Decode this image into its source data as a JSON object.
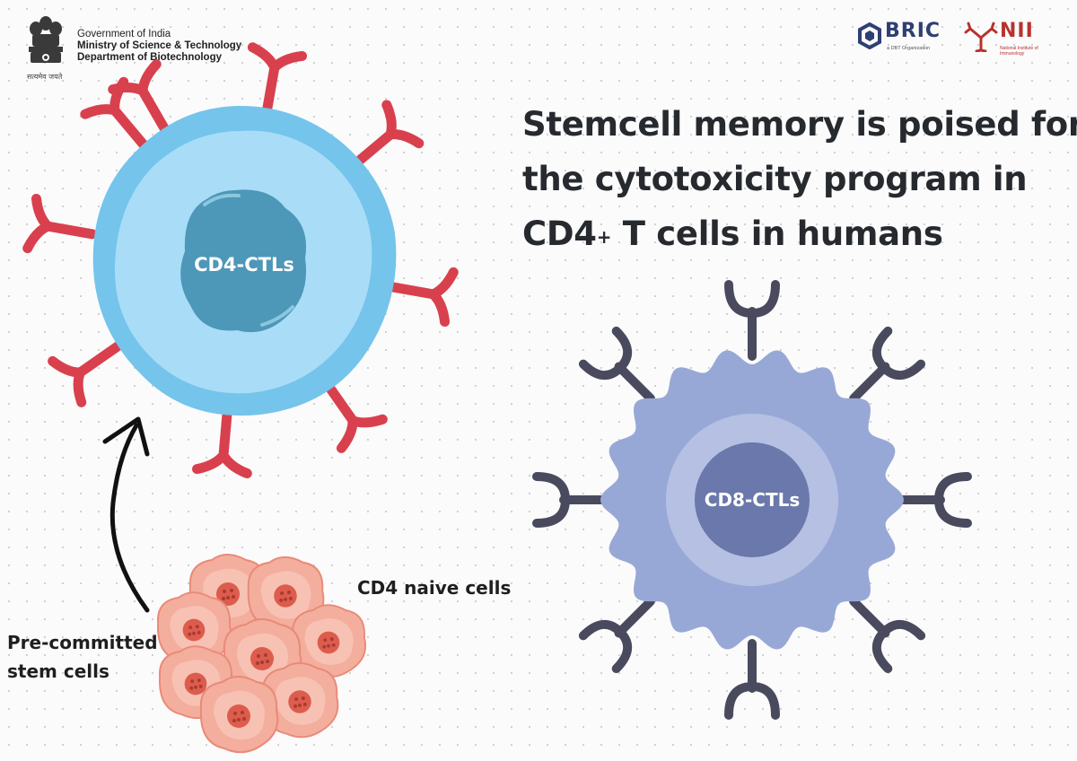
{
  "header": {
    "gov_line1": "Government of India",
    "gov_line2": "Ministry of Science & Technology",
    "gov_line3": "Department of Biotechnology",
    "motto": "सत्यमेव जयते"
  },
  "logos": {
    "bric": "BRIC",
    "bric_sub": "a DBT Organization",
    "nii": "NII",
    "nii_sub": "National Institute of Immunology"
  },
  "headline": {
    "line1": "Stemcell memory is poised for",
    "line2": "the cytotoxicity program in",
    "line3_pre": "CD4",
    "line3_sup": "+",
    "line3_post": " T cells in humans"
  },
  "cells": {
    "cd4_ctl": "CD4-CTLs",
    "cd8_ctl": "CD8-CTLs",
    "naive_label": "CD4 naive cells",
    "stem_line1": "Pre-committed",
    "stem_line2": "stem cells"
  },
  "colors": {
    "cd4_outer": "#74c4ec",
    "cd4_inner": "#a9dcf7",
    "cd4_nucleus": "#4d97b8",
    "receptor_red": "#d9404d",
    "cd8_outer": "#98a8d6",
    "cd8_inner": "#b5c0e3",
    "cd8_nucleus": "#6a78ab",
    "receptor_dark": "#4a4a5e",
    "naive_cell": "#f2a896",
    "naive_nucleus": "#d9574a"
  }
}
